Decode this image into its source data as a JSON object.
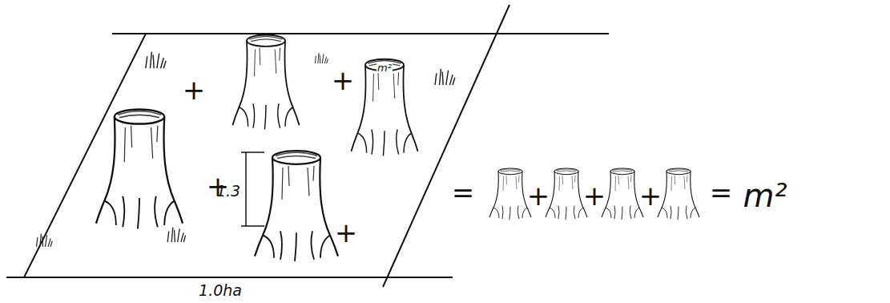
{
  "diagram": {
    "labels": [
      "+",
      "+",
      "+",
      "+",
      "1.3",
      "m²",
      "1.0ha",
      "=",
      "+",
      "+",
      "+",
      "=",
      "m²"
    ]
  }
}
